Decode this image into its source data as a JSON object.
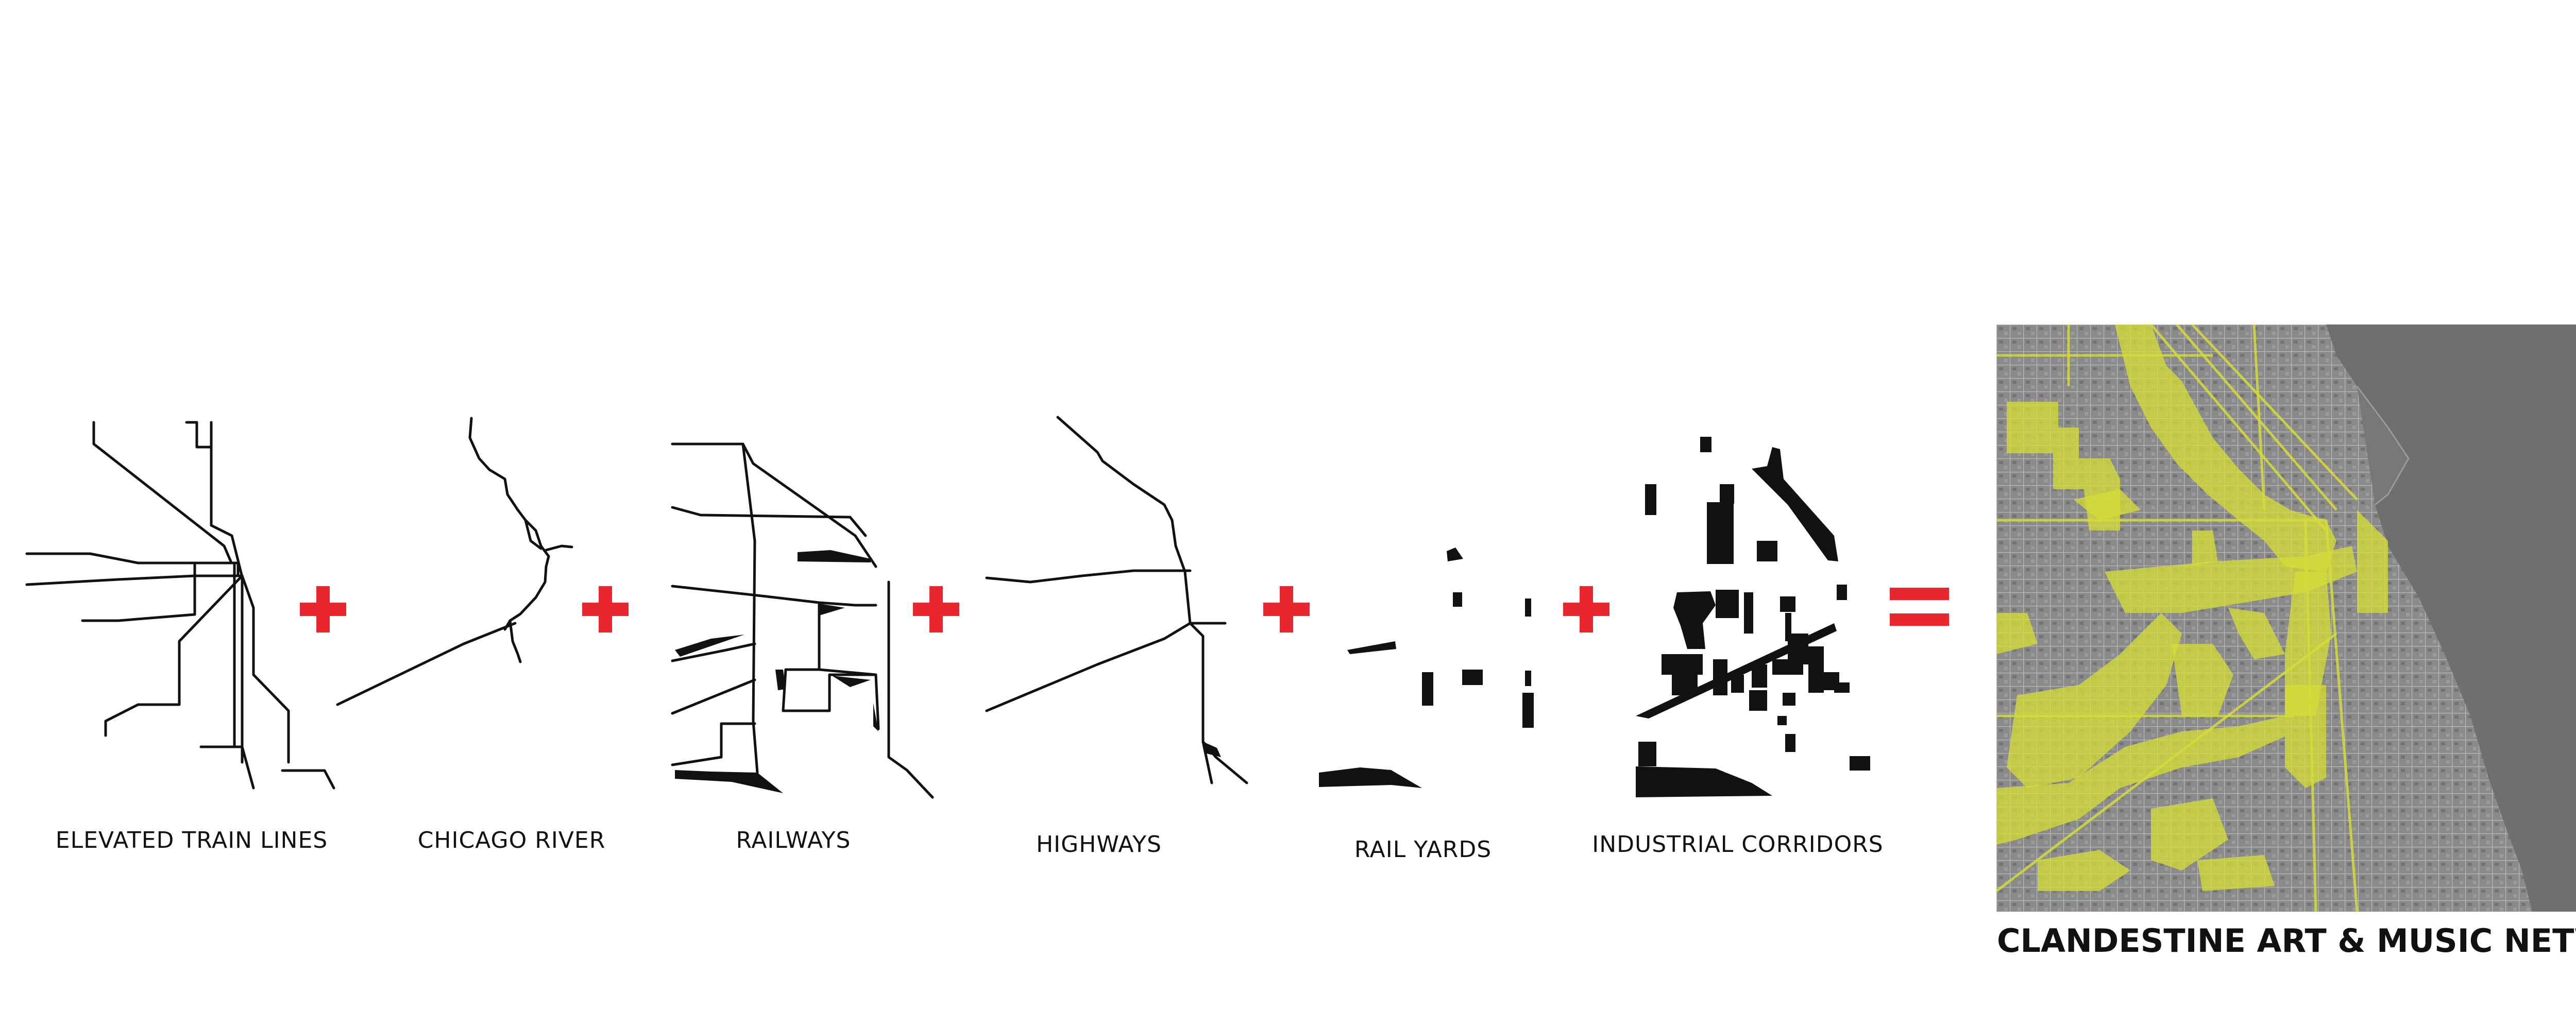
{
  "panels": [
    {
      "id": "elevated-train-lines",
      "label": "ELEVATED TRAIN LINES"
    },
    {
      "id": "chicago-river",
      "label": "CHICAGO RIVER"
    },
    {
      "id": "railways",
      "label": "RAILWAYS"
    },
    {
      "id": "highways",
      "label": "HIGHWAYS"
    },
    {
      "id": "rail-yards",
      "label": "RAIL YARDS"
    },
    {
      "id": "industrial-corridors",
      "label": "INDUSTRIAL CORRIDORS"
    }
  ],
  "result": {
    "title": "CLANDESTINE ART & MUSIC NETWORK"
  },
  "colors": {
    "operator": "#e8262d",
    "highlight": "#d4dc38",
    "ink": "#111111",
    "map_base": "#8a8a8a",
    "lake": "#6f6f6f"
  },
  "icons": {
    "plus": "plus-icon",
    "equals": "equals-icon"
  }
}
